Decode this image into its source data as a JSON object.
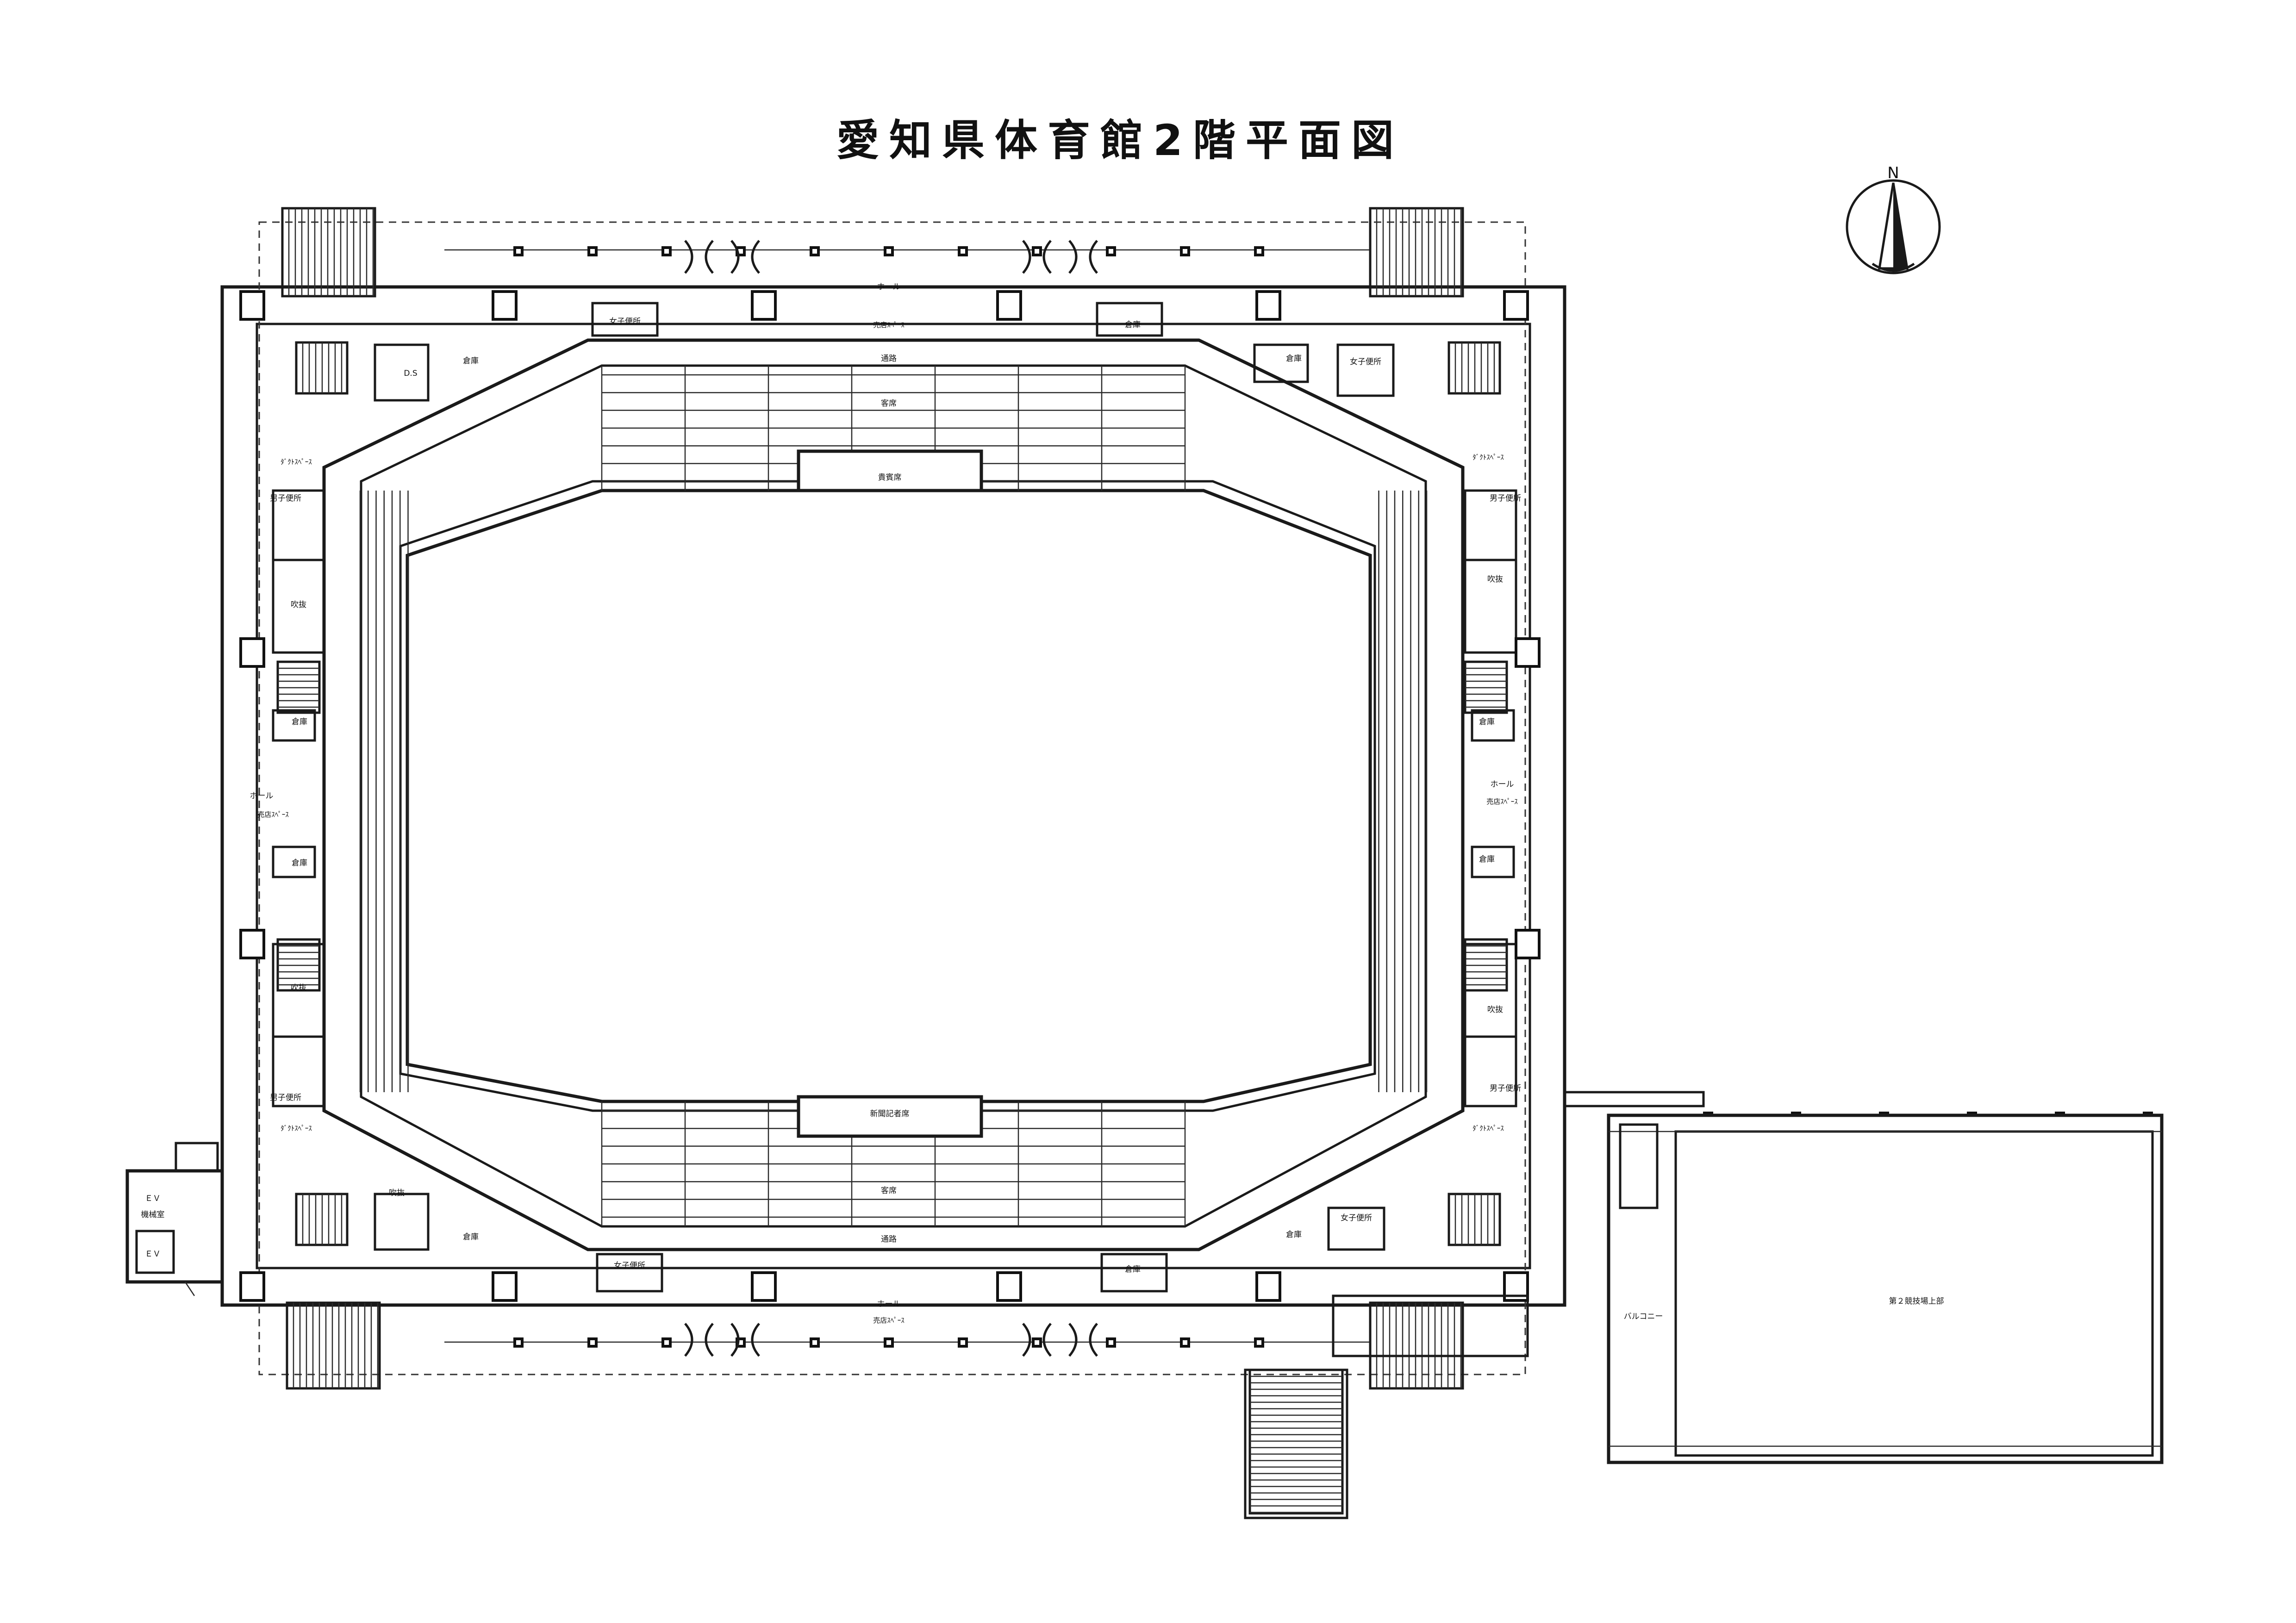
{
  "title": "愛知県体育館2階平面図",
  "north": "N",
  "labels": {
    "hall": "ホール",
    "shop_space": "売店ｽﾍﾟｰｽ",
    "storage": "倉庫",
    "womens_toilet": "女子便所",
    "mens_toilet": "男子便所",
    "ds": "D.S",
    "aisle": "通路",
    "seats": "客席",
    "vip_seats": "貴賓席",
    "press_seats": "新聞記者席",
    "atrium": "吹抜",
    "duct_space": "ﾀﾞｸﾄｽﾍﾟｰｽ",
    "ev_machine_room_line1": "ＥＶ",
    "ev_machine_room_line2": "機械室",
    "ev": "ＥＶ",
    "balcony": "バルコニー",
    "second_arena_upper": "第２競技場上部"
  }
}
